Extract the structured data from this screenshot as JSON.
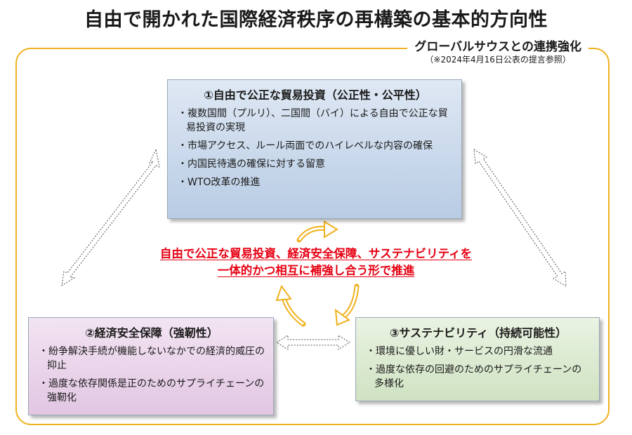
{
  "title": "自由で開かれた国際経済秩序の再構築の基本的方向性",
  "subtitle": {
    "main": "グローバルサウスとの連携強化",
    "note": "（※2024年4月16日公表の提言参照）"
  },
  "boxes": {
    "trade": {
      "heading": "①自由で公正な貿易投資（公正性・公平性）",
      "items": [
        "複数国間（プルリ）、二国間（バイ）による自由で公正な貿易投資の実現",
        "市場アクセス、ルール両面でのハイレベルな内容の確保",
        "内国民待遇の確保に対する留意",
        "WTO改革の推進"
      ]
    },
    "security": {
      "heading": "②経済安全保障（強靭性）",
      "items": [
        "紛争解決手続が機能しないなかでの経済的威圧の抑止",
        "過度な依存関係是正のためのサプライチェーンの強靭化"
      ]
    },
    "sustainability": {
      "heading": "③サステナビリティ（持続可能性）",
      "items": [
        "環境に優しい財・サービスの円滑な流通",
        "過度な依存の回避のためのサプライチェーンの多様化"
      ]
    }
  },
  "center": {
    "line1": "自由で公正な貿易投資、経済安全保障、サステナビリティを",
    "line2": "一体的かつ相互に補強し合う形で推進"
  },
  "colors": {
    "frame": "#f0b11e",
    "message": "#e60012",
    "cycle_arrow": "#f0b11e",
    "trade_box": "#c9d8ec",
    "security_box": "#ead3ea",
    "sustainability_box": "#dcebd2"
  }
}
